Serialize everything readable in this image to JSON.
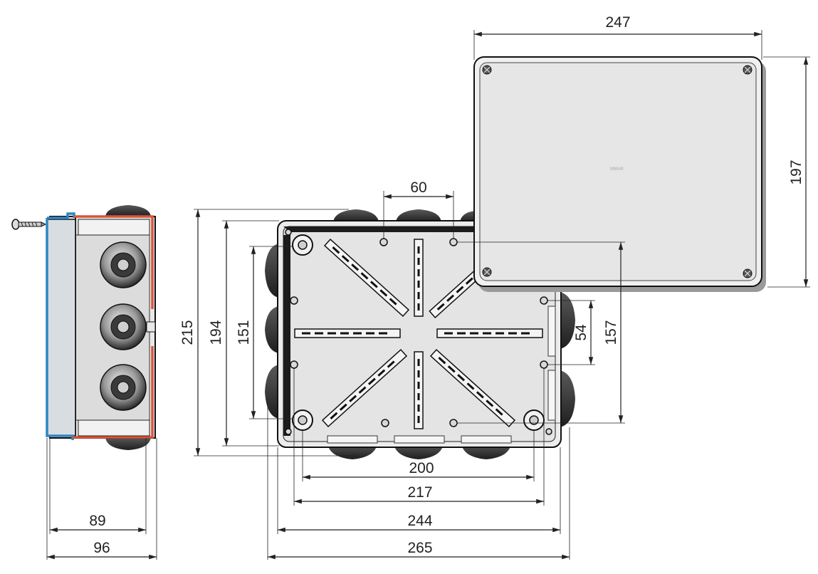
{
  "dimensions": {
    "side_inner_width": "89",
    "side_outer_width": "96",
    "front_height_total": "215",
    "front_height_body": "194",
    "front_height_holes": "151",
    "front_width_holes": "200",
    "front_width_inner": "217",
    "front_width_body": "244",
    "front_width_total": "265",
    "hole_spacing_top": "60",
    "hole_spacing_right": "54",
    "hole_vertical_span": "157",
    "lid_width": "247",
    "lid_height": "197"
  },
  "lid": {
    "brand_mark": "VIMAR"
  },
  "colors": {
    "background": "#ffffff",
    "box_fill": "#ececec",
    "box_outline": "#111111",
    "seal_blue": "#2e86c1",
    "seal_red": "#d9553a",
    "gland_dark": "#3a3a3a"
  },
  "icons": [
    "screw-icon",
    "cable-gland-icon",
    "fixing-hole-icon"
  ]
}
